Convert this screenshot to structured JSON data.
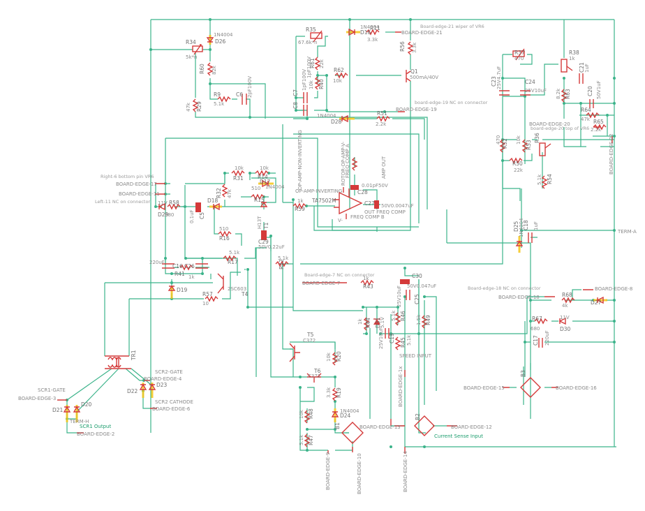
{
  "title": "Motor controller schematic",
  "colors": {
    "wire": "#3bb38a",
    "part": "#d43a3a",
    "highlight": "#f5c518",
    "label": "#8a8a8a",
    "net_note": "#1a9c6c"
  },
  "components": {
    "R34": {
      "name": "R34",
      "value": "5k*n"
    },
    "D26": {
      "name": "D26",
      "value": "1N4004"
    },
    "R60": {
      "name": "R60",
      "value": "82k"
    },
    "R9": {
      "name": "R9",
      "value": "5.1k"
    },
    "C6": {
      "name": "C6",
      "value": "2pF100V"
    },
    "R29": {
      "name": "R29",
      "value": "47k"
    },
    "R35": {
      "name": "R35",
      "value": "67.6k*n"
    },
    "R61": {
      "name": "R61",
      "value": "22k"
    },
    "R40": {
      "name": "R40",
      "value": "10k"
    },
    "R62": {
      "name": "R62",
      "value": "10k"
    },
    "C7": {
      "name": "C7",
      "value": "1pF100V"
    },
    "C8": {
      "name": "C8",
      "value": "1pF100V"
    },
    "D16": {
      "name": "D16",
      "value": "1N4004"
    },
    "R11": {
      "name": "R11",
      "value": "3.3k"
    },
    "R56": {
      "name": "R56",
      "value": "3.3k"
    },
    "Q1": {
      "name": "Q1",
      "value": "500mA/40V"
    },
    "D28": {
      "name": "D28",
      "value": "1N4004"
    },
    "R51": {
      "name": "R51",
      "value": "2.2k"
    },
    "R37": {
      "name": "R37",
      "value": "470"
    },
    "R38": {
      "name": "R38",
      "value": "1k"
    },
    "C21": {
      "name": "C21",
      "value": "1uF"
    },
    "C23": {
      "name": "C23",
      "value": "25V4.7uF"
    },
    "C24": {
      "name": "C24",
      "value": "25V10uF"
    },
    "R63": {
      "name": "R63",
      "value": "8.2k"
    },
    "C20": {
      "name": "C20",
      "value": "50V1uF"
    },
    "R64": {
      "name": "R64",
      "value": "47k"
    },
    "R65": {
      "name": "R65",
      "value": "2.2k"
    },
    "R52": {
      "name": "R52",
      "value": "470"
    },
    "R53": {
      "name": "R53",
      "value": "10k"
    },
    "R36": {
      "name": "R36",
      "value": "VR"
    },
    "R50": {
      "name": "R50",
      "value": "22k"
    },
    "R54": {
      "name": "R54",
      "value": "5.1k"
    },
    "R31": {
      "name": "R31",
      "value": "10k"
    },
    "R14": {
      "name": "R14",
      "value": "10k"
    },
    "D17": {
      "name": "D17",
      "value": "1N4004"
    },
    "R15": {
      "name": "R15",
      "value": "510"
    },
    "R32": {
      "name": "R32",
      "value": "47k"
    },
    "D29": {
      "name": "D29",
      "value": "11V"
    },
    "R58": {
      "name": "R58",
      "value": "680"
    },
    "C5": {
      "name": "C5",
      "value": "0.1uF"
    },
    "D18": {
      "name": "D18",
      "value": "1N4004"
    },
    "T1": {
      "name": "T1",
      "value": "H13T"
    },
    "R16": {
      "name": "R16",
      "value": "510"
    },
    "C29": {
      "name": "C29",
      "value": "50V0.22uF"
    },
    "R59": {
      "name": "R59",
      "value": "1k"
    },
    "U_opamp": {
      "name": "TA7502M",
      "value": ""
    },
    "C28": {
      "name": "C28",
      "value": "0.01pF50V"
    },
    "C27": {
      "name": "C27",
      "value": "50V0.0047uF"
    },
    "C16": {
      "name": "C16",
      "value": "220uF"
    },
    "C26": {
      "name": "C26",
      "value": ""
    },
    "R41": {
      "name": "R41",
      "value": "1k"
    },
    "R17": {
      "name": "R17",
      "value": "5.1k"
    },
    "T4": {
      "name": "T4",
      "value": "2SC603"
    },
    "R57": {
      "name": "R57",
      "value": "10"
    },
    "D19": {
      "name": "D19",
      "value": ""
    },
    "R42": {
      "name": "R42",
      "value": "5.1k"
    },
    "R43": {
      "name": "R43",
      "value": "1k"
    },
    "C30": {
      "name": "C30",
      "value": "50V0.047uF"
    },
    "C25": {
      "name": "C25",
      "value": "25V10uF"
    },
    "R44": {
      "name": "R44",
      "value": "1k"
    },
    "D31": {
      "name": "D31",
      "value": "5.1V"
    },
    "R46": {
      "name": "R46",
      "value": "5.1k"
    },
    "C19": {
      "name": "C19",
      "value": "25V10uF"
    },
    "R45": {
      "name": "R45",
      "value": "5.1k"
    },
    "R49": {
      "name": "R49",
      "value": "1.5k"
    },
    "D25": {
      "name": "D25",
      "value": "1N4004"
    },
    "C18": {
      "name": "C18",
      "value": "1uF"
    },
    "R68": {
      "name": "R68",
      "value": "4k"
    },
    "D27": {
      "name": "D27",
      "value": ""
    },
    "R67": {
      "name": "R67",
      "value": "680"
    },
    "D30": {
      "name": "D30",
      "value": "11V"
    },
    "C17": {
      "name": "C17",
      "value": "220uF"
    },
    "T5": {
      "name": "T5",
      "value": "C372"
    },
    "T6": {
      "name": "T6",
      "value": "C372"
    },
    "R20": {
      "name": "R20",
      "value": "10k"
    },
    "R19": {
      "name": "R19",
      "value": "3.3k"
    },
    "D24": {
      "name": "D24",
      "value": "1N4004"
    },
    "R48": {
      "name": "R48",
      "value": "10k"
    },
    "R47": {
      "name": "R47",
      "value": "5.1k"
    },
    "B1": {
      "name": "B1",
      "value": ""
    },
    "B2": {
      "name": "B2",
      "value": ""
    },
    "B3": {
      "name": "B3",
      "value": ""
    },
    "TR": {
      "name": "TR1",
      "value": ""
    },
    "D20": {
      "name": "D20",
      "value": ""
    },
    "D21": {
      "name": "D21",
      "value": ""
    },
    "D22": {
      "name": "D22",
      "value": ""
    },
    "D23": {
      "name": "D23",
      "value": ""
    }
  },
  "nets": {
    "be21": "BOARD-EDGE-21",
    "be21_note": "Board-edge-21 wiper of VR6",
    "be19": "BOARD-EDGE-19",
    "be19_note": "board-edge-19 NC on connector",
    "be20": "BOARD-EDGE-20",
    "be20_note": "board-edge-20 top of VR6",
    "be17": "BOARD-EDGE-17",
    "be17_note": "Right-6 bottom pin VR6",
    "be11": "BOARD-EDGE-11",
    "be11_note": "Left-11 NC on connector",
    "be22": "BOARD-EDGE-22",
    "be7": "BOARD-EDGE-7",
    "be7_note": "Board-edge-7 NC on connector",
    "be18": "BOARD-EDGE-18",
    "be18_note": "Board-edge-18 NC on connector",
    "be8": "BOARD-EDGE-8",
    "be3": "BOARD-EDGE-3",
    "be2": "BOARD-EDGE-2",
    "be4": "BOARD-EDGE-4",
    "be6": "BOARD-EDGE-6",
    "be9": "BOARD-EDGE-9",
    "be10": "BOARD-EDGE-10",
    "be12": "BOARD-EDGE-12",
    "be13": "BOARD-EDGE-13",
    "be14": "BOARD-EDGE-14",
    "be15": "BOARD-EDGE-15",
    "be16": "BOARD-EDGE-16",
    "be1x": "BOARD-EDGE-1x",
    "terma": "TERM-A",
    "termh": "TERM-H",
    "scr1_gate": "SCR1-GATE",
    "scr2_gate": "SCR2-GATE",
    "scr2_cathode": "SCR2 CATHODE",
    "scr1_output": "SCR1 Output",
    "current_sense": "Current Sense Input",
    "speed_input": "SPEED INPUT",
    "opamp_noninv": "OP-AMP-NON-INVERTING",
    "opamp_inv": "OP-AMP-INVERTING",
    "rotor_opamp": "ROTOR-OP-AMP-V-",
    "freq_comp_a": "FREQ COMP A",
    "freq_comp_b": "FREQ COMP B",
    "out_freq_comp": "OUT FREQ COMP",
    "amp_out": "AMP OUT",
    "vminus": "V-"
  }
}
